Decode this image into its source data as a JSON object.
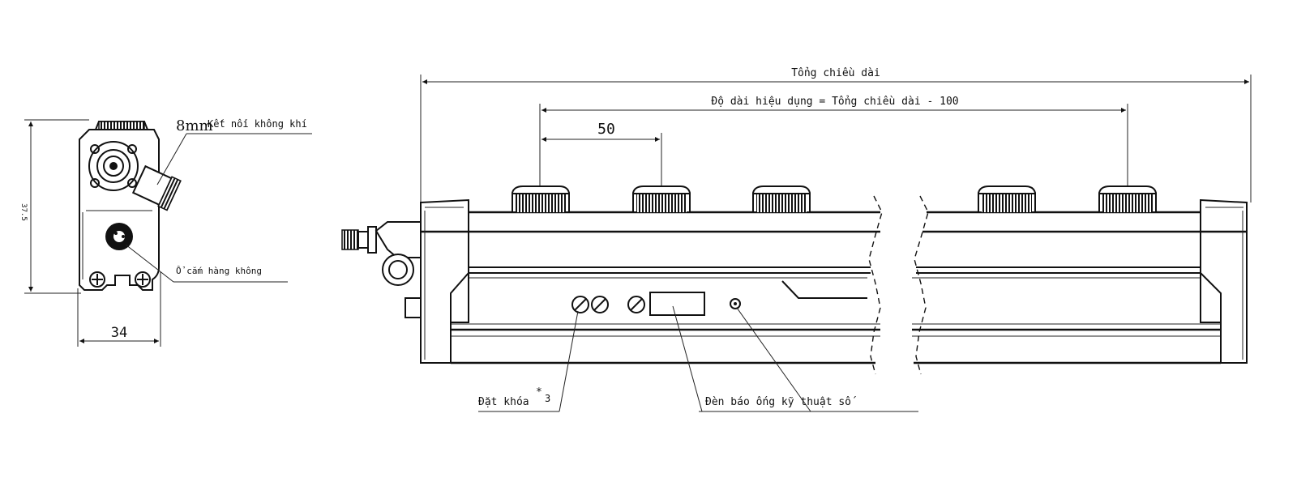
{
  "side_view": {
    "connector_size": "8mm",
    "air_connection_label": "Kết nối không khí",
    "socket_label": "Ổ cắm hàng không",
    "height_dim": "37.5",
    "width_dim": "34"
  },
  "front_view": {
    "total_length_label": "Tổng chiều dài",
    "effective_length_label": "Độ dài hiệu dụng = Tổng chiều dài - 100",
    "pitch_dim": "50",
    "lock_label": "Đặt khóa",
    "lock_note_mark": "*",
    "lock_note_number": "3",
    "indicator_label": "Đèn báo ống kỹ thuật số"
  }
}
